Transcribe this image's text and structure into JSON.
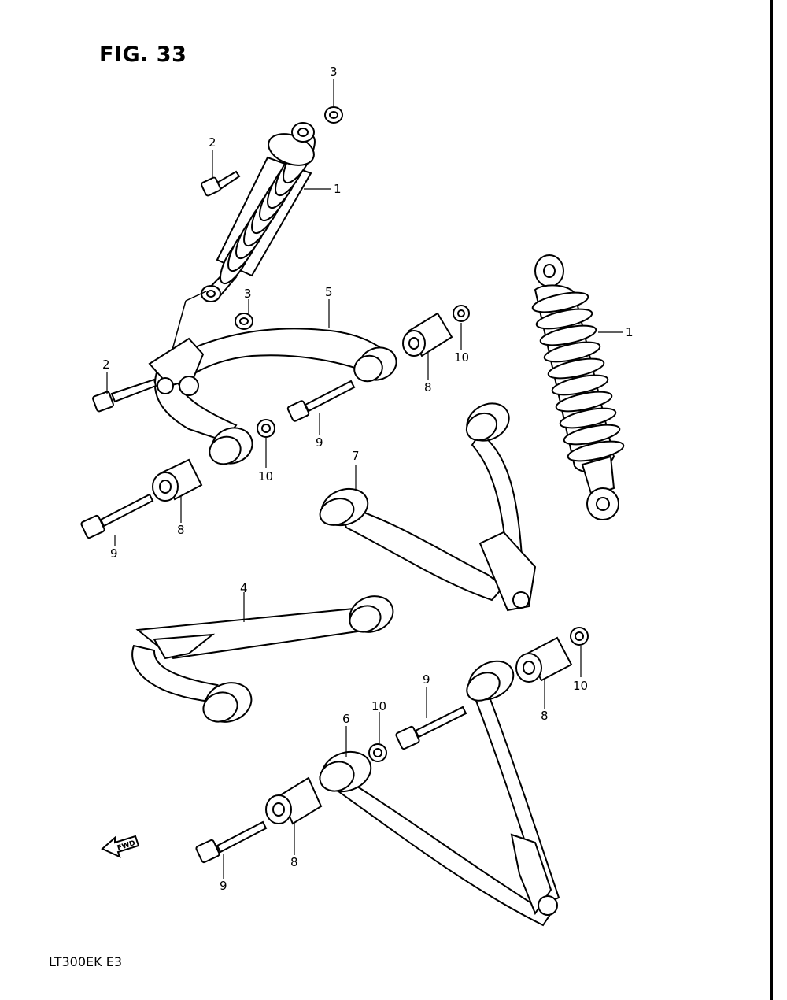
{
  "figure": {
    "title": "FIG. 33",
    "footer": "LT300EK  E3",
    "fwd_label": "FWD"
  },
  "callouts": [
    {
      "id": "c3a",
      "label": "3"
    },
    {
      "id": "c2a",
      "label": "2"
    },
    {
      "id": "c1a",
      "label": "1"
    },
    {
      "id": "c3b",
      "label": "3"
    },
    {
      "id": "c5",
      "label": "5"
    },
    {
      "id": "c2b",
      "label": "2"
    },
    {
      "id": "c10a",
      "label": "10"
    },
    {
      "id": "c8a",
      "label": "8"
    },
    {
      "id": "c1b",
      "label": "1"
    },
    {
      "id": "c9a",
      "label": "9"
    },
    {
      "id": "c10b",
      "label": "10"
    },
    {
      "id": "c7",
      "label": "7"
    },
    {
      "id": "c8b",
      "label": "8"
    },
    {
      "id": "c9b",
      "label": "9"
    },
    {
      "id": "c4",
      "label": "4"
    },
    {
      "id": "c9c",
      "label": "9"
    },
    {
      "id": "c10c",
      "label": "10"
    },
    {
      "id": "c10d",
      "label": "10"
    },
    {
      "id": "c8c",
      "label": "8"
    },
    {
      "id": "c6",
      "label": "6"
    },
    {
      "id": "c8d",
      "label": "8"
    },
    {
      "id": "c9d",
      "label": "9"
    }
  ]
}
